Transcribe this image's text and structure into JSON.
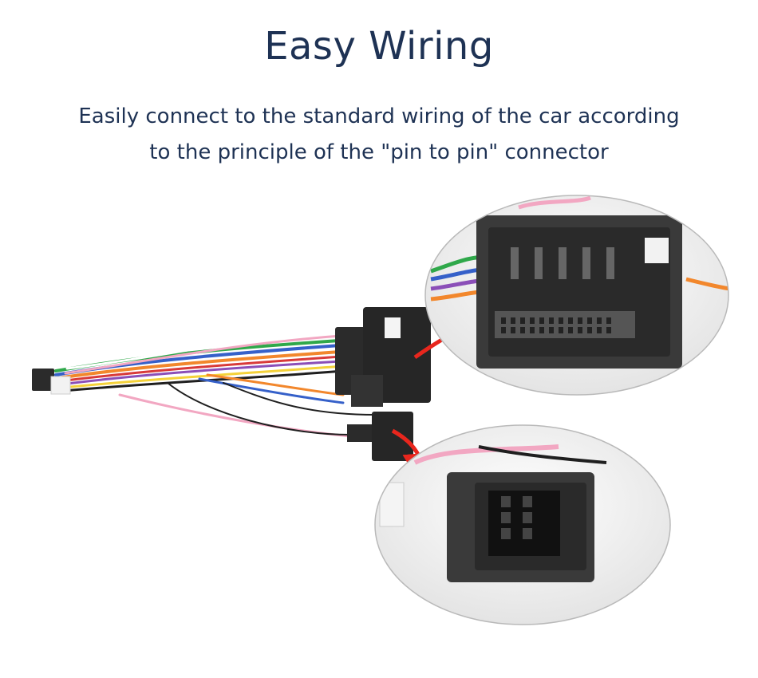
{
  "header": {
    "title": "Easy Wiring",
    "subtitle_line1": "Easily connect to the standard wiring of the car according",
    "subtitle_line2": "to the principle of the \"pin to pin\" connector"
  },
  "colors": {
    "text": "#1e3254",
    "connector": "#2b2b2b",
    "arrow": "#e8261d",
    "wire_pink": "#f2a7c2",
    "wire_orange": "#f2872c",
    "wire_blue": "#3560c9",
    "wire_green": "#2fa84a",
    "wire_purple": "#8b4fb8"
  },
  "images": {
    "harness": "wiring-harness-photo",
    "zoom_main": "main-connector-closeup",
    "zoom_small": "small-connector-closeup"
  }
}
